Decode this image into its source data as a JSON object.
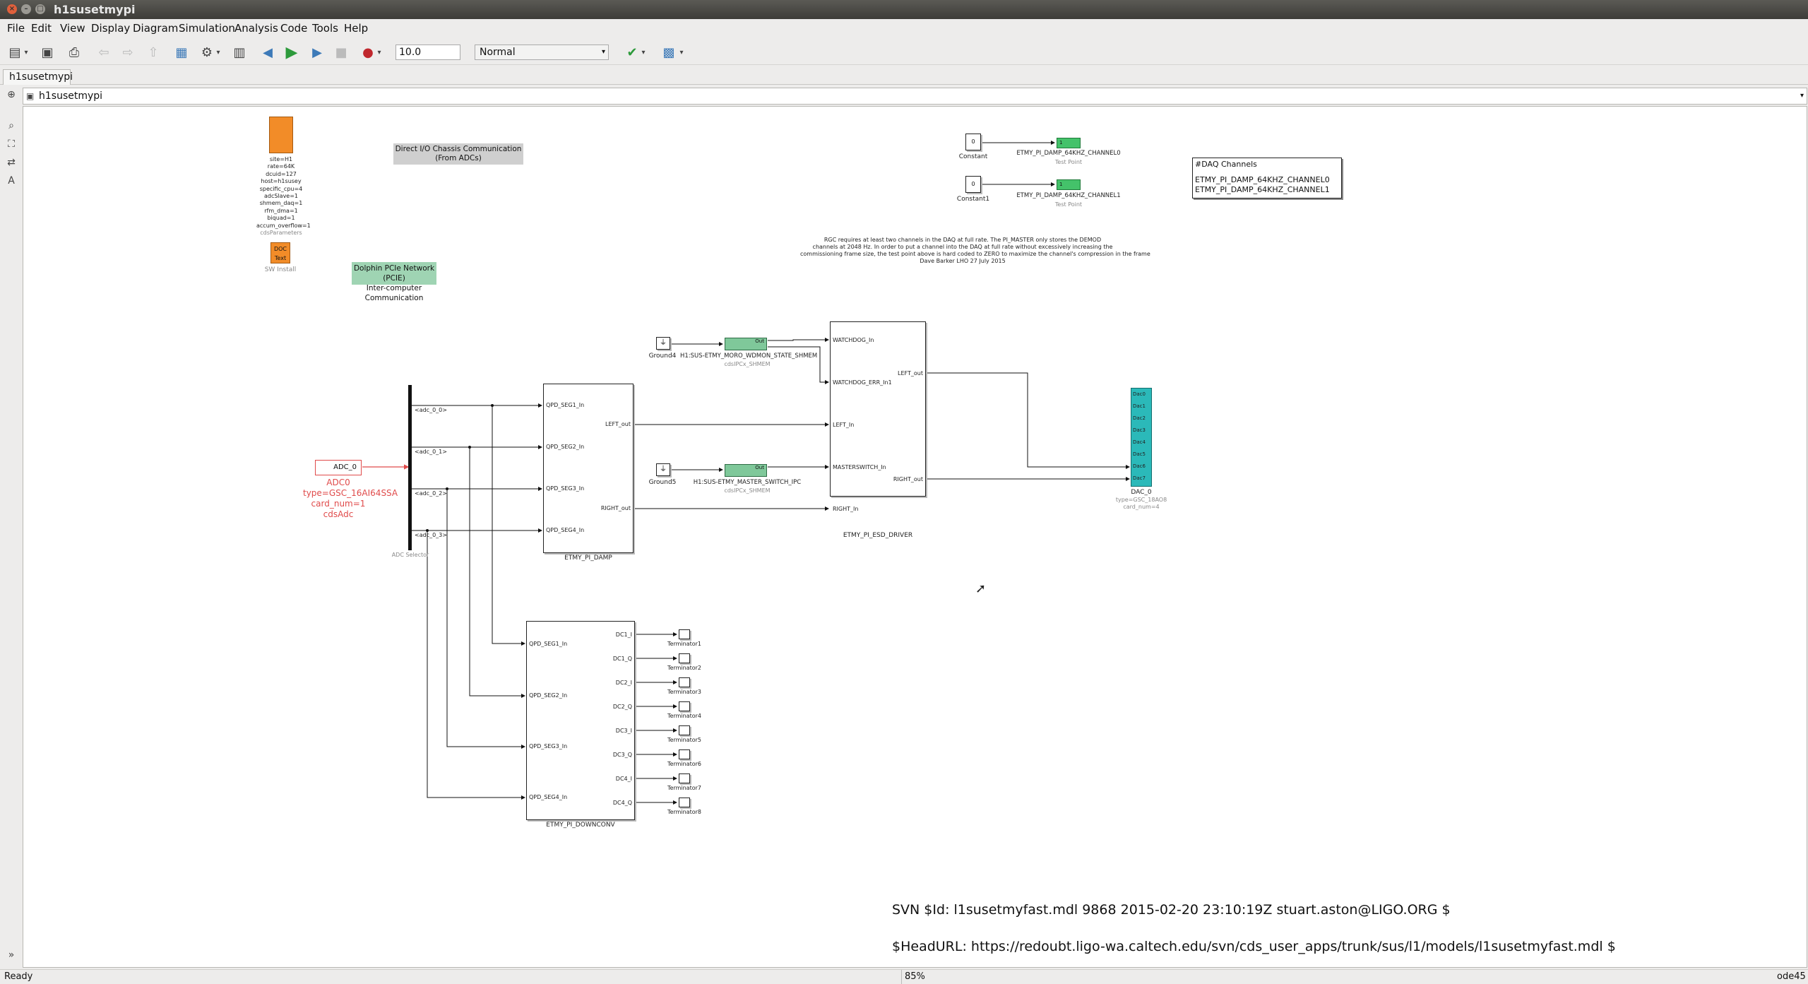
{
  "window": {
    "title": "h1susetmypi"
  },
  "menu": [
    "File",
    "Edit",
    "View",
    "Display",
    "Diagram",
    "Simulation",
    "Analysis",
    "Code",
    "Tools",
    "Help"
  ],
  "toolbar": {
    "stop_time": "10.0",
    "sim_mode": "Normal"
  },
  "tab": {
    "label": "h1susetmypi"
  },
  "address": {
    "path": "h1susetmypi"
  },
  "diagram": {
    "params_text": [
      "site=H1",
      "rate=64K",
      "dcuid=127",
      "host=h1susey",
      "specific_cpu=4",
      "adcSlave=1",
      "shmem_daq=1",
      "rfm_dma=1",
      "biquad=1",
      "accum_overflow=1"
    ],
    "params_label": "cdsParameters",
    "doc_label": "DOC Text",
    "sw_install": "SW Install",
    "direct_io_note": "Direct I/O Chassis Communication (From ADCs)",
    "dolphin_note_1": "Dolphin PCIe Network (PCIE)",
    "dolphin_note_2": "Inter-computer Communication",
    "constant0": "Constant",
    "constant1": "Constant1",
    "const_value": "0",
    "tp_value": "1",
    "ch0": "ETMY_PI_DAMP_64KHZ_CHANNEL0",
    "ch1": "ETMY_PI_DAMP_64KHZ_CHANNEL1",
    "test_point": "Test Point",
    "daq_title": "#DAQ Channels",
    "daq_ch0": "ETMY_PI_DAMP_64KHZ_CHANNEL0",
    "daq_ch1": "ETMY_PI_DAMP_64KHZ_CHANNEL1",
    "rgc_note": [
      "RGC requires at least two channels in the DAQ at full rate. The PI_MASTER only stores the DEMOD",
      "channels at 2048 Hz. In order to put a channel into the DAQ at full rate without excessively increasing the",
      "commissioning frame size, the test point above is hard coded to ZERO to maximize the channel's compression in the frame",
      "Dave Barker LHO 27 July 2015"
    ],
    "adc_block": "ADC_0",
    "adc_name": "ADC0",
    "adc_type": "type=GSC_16AI64SSA",
    "adc_card": "card_num=1",
    "adc_lib": "cdsAdc",
    "adc_selector": "ADC Selector",
    "adc_outs": [
      "<adc_0_0>",
      "<adc_0_1>",
      "<adc_0_2>",
      "<adc_0_3>"
    ],
    "ground4": "Ground4",
    "ground5": "Ground5",
    "shmem1": "H1:SUS-ETMY_MORO_WDMON_STATE_SHMEM",
    "shmem2": "H1:SUS-ETMY_MASTER_SWITCH_IPC",
    "shmem_lib": "cdsIPCx_SHMEM",
    "shmem_out": "Out",
    "damp_inputs": [
      "QPD_SEG1_In",
      "QPD_SEG2_In",
      "QPD_SEG3_In",
      "QPD_SEG4_In"
    ],
    "damp_outputs": [
      "LEFT_out",
      "RIGHT_out"
    ],
    "damp_name": "ETMY_PI_DAMP",
    "esd_inputs": [
      "WATCHDOG_In",
      "WATCHDOG_ERR_In1",
      "LEFT_In",
      "MASTERSWITCH_In",
      "RIGHT_In"
    ],
    "esd_outputs": [
      "LEFT_out",
      "RIGHT_out"
    ],
    "esd_name": "ETMY_PI_ESD_DRIVER",
    "dac_ports": [
      "Dac0",
      "Dac1",
      "Dac2",
      "Dac3",
      "Dac4",
      "Dac5",
      "Dac6",
      "Dac7"
    ],
    "dac_name": "DAC_0",
    "dac_type": "type=GSC_18AO8",
    "dac_card": "card_num=4",
    "downconv_inputs": [
      "QPD_SEG1_In",
      "QPD_SEG2_In",
      "QPD_SEG3_In",
      "QPD_SEG4_In"
    ],
    "downconv_outputs": [
      "DC1_I",
      "DC1_Q",
      "DC2_I",
      "DC2_Q",
      "DC3_I",
      "DC3_Q",
      "DC4_I",
      "DC4_Q"
    ],
    "downconv_name": "ETMY_PI_DOWNCONV",
    "terminators": [
      "Terminator1",
      "Terminator2",
      "Terminator3",
      "Terminator4",
      "Terminator5",
      "Terminator6",
      "Terminator7",
      "Terminator8"
    ],
    "svn_id": "SVN $Id: l1susetmyfast.mdl 9868 2015-02-20 23:10:19Z stuart.aston@LIGO.ORG $",
    "svn_url": "$HeadURL: https://redoubt.ligo-wa.caltech.edu/svn/cds_user_apps/trunk/sus/l1/models/l1susetmyfast.mdl $"
  },
  "status": {
    "left": "Ready",
    "zoom": "85%",
    "solver": "ode45"
  },
  "colors": {
    "orange": "#f28c28",
    "green": "#44c26a",
    "teal": "#2bb9b9",
    "red": "#e04b4b"
  }
}
